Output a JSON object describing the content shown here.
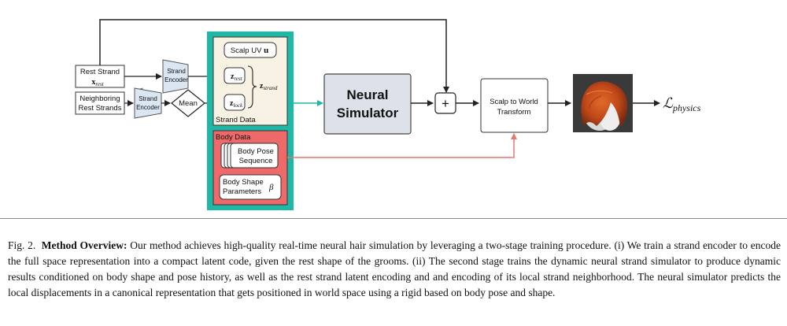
{
  "diagram": {
    "rest_strand": {
      "line1": "Rest Strand",
      "var": "x",
      "sub": "rest"
    },
    "neighboring": {
      "line1": "Neighboring",
      "line2": "Rest Strands"
    },
    "strand_encoder_top": {
      "line1": "Strand",
      "line2": "Encoder"
    },
    "strand_encoder_bottom": {
      "line1": "Strand",
      "line2": "Encoder"
    },
    "mean": "Mean",
    "scalp_uv": {
      "text": "Scalp UV",
      "var": "u"
    },
    "z_rest": {
      "var": "z",
      "sub": "rest"
    },
    "z_lock": {
      "var": "z",
      "sub": "lock"
    },
    "z_strand": {
      "var": "z",
      "sub": "strand"
    },
    "strand_data": "Strand Data",
    "body_data": "Body Data",
    "body_pose": {
      "line1": "Body Pose",
      "line2": "Sequence"
    },
    "body_shape": {
      "line1": "Body Shape",
      "line2": "Parameters",
      "symbol": "β"
    },
    "neural_simulator": {
      "line1": "Neural",
      "line2": "Simulator"
    },
    "plus": "+",
    "scalp_to_world": {
      "line1": "Scalp to World",
      "line2": "Transform"
    },
    "loss": {
      "symbol": "ℒ",
      "sub": "physics"
    }
  },
  "colors": {
    "teal": "#1fb8a6",
    "cream": "#f7f2e3",
    "body_red": "#ee6a6a",
    "neural_fill": "#dde2ea",
    "encoder_fill": "#dbe6f3",
    "red_arrow": "#e8766f"
  },
  "caption": {
    "label": "Fig. 2.",
    "title": "Method Overview:",
    "text": "Our method achieves high-quality real-time neural hair simulation by leveraging a two-stage training procedure. (i) We train a strand encoder to encode the full space representation into a compact latent code, given the rest shape of the grooms. (ii) The second stage trains the dynamic neural strand simulator to produce dynamic results conditioned on body shape and pose history, as well as the rest strand latent encoding and and encoding of its local strand neighborhood. The neural simulator predicts the local displacements in a canonical representation that gets positioned in world space using a rigid based on body pose and shape."
  }
}
